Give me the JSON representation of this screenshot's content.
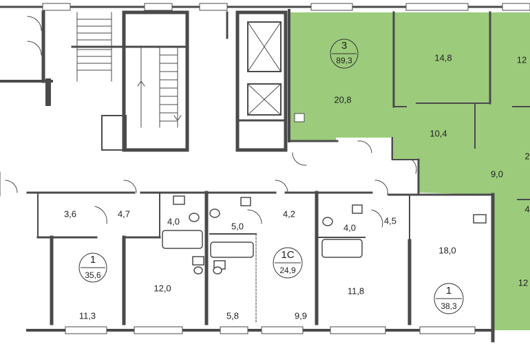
{
  "highlight_color": "#9ccb7c",
  "wall_color": "#4a4a4a",
  "apartments": [
    {
      "id": "apt-3",
      "number": "3",
      "area": "89,3",
      "highlighted": true
    },
    {
      "id": "apt-1-left",
      "number": "1",
      "area": "35,6",
      "highlighted": false
    },
    {
      "id": "apt-1c",
      "number": "1С",
      "area": "24,9",
      "highlighted": false
    },
    {
      "id": "apt-1-right",
      "number": "1",
      "area": "38,3",
      "highlighted": false
    }
  ],
  "rooms": {
    "r_20_8": "20,8",
    "r_14_8": "14,8",
    "r_12_top": "12",
    "r_10_4": "10,4",
    "r_9_0": "9,0",
    "r_2_edge": "2",
    "r_4_edge": "4",
    "r_12_bottom": "12",
    "r_3_6": "3,6",
    "r_4_7": "4,7",
    "r_4_0_a": "4,0",
    "r_5_0": "5,0",
    "r_4_2": "4,2",
    "r_4_0_b": "4,0",
    "r_4_5": "4,5",
    "r_18_0": "18,0",
    "r_12_0": "12,0",
    "r_11_3": "11,3",
    "r_5_8": "5,8",
    "r_9_9": "9,9",
    "r_11_8": "11,8"
  }
}
